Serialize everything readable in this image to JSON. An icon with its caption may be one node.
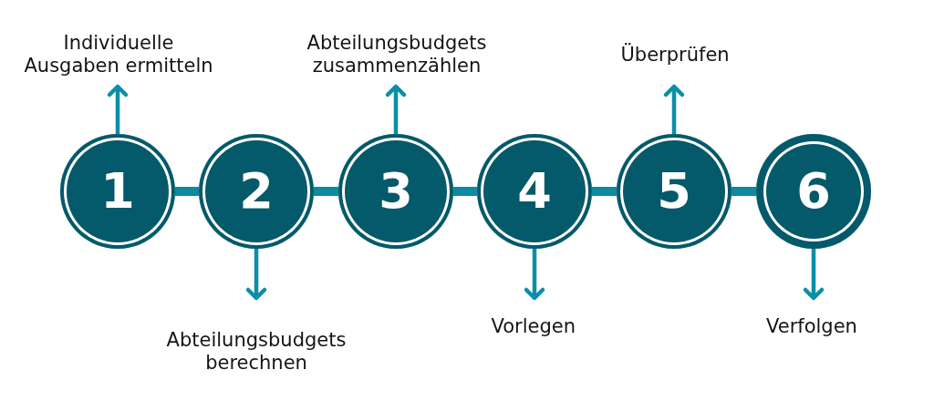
{
  "diagram": {
    "nodes": [
      {
        "text": [
          "1"
        ]
      },
      {
        "text": [
          "2"
        ]
      },
      {
        "text": [
          "3"
        ]
      },
      {
        "text": [
          "4"
        ]
      },
      {
        "text": [
          "5"
        ]
      },
      {
        "text": [
          "6"
        ]
      },
      {
        "text": [
          "Individuelle Ausgaben ermitteln"
        ]
      },
      {
        "text": [
          "Abteilungsbudgets berechnen"
        ]
      },
      {
        "text": [
          "Abteilungsbudgets zusammenzählen"
        ]
      },
      {
        "text": [
          "Vorlegen"
        ]
      },
      {
        "text": [
          "Überprüfen"
        ]
      },
      {
        "text": [
          "Verfolgen"
        ]
      }
    ],
    "edges": [
      {
        "from": 0,
        "to": 1,
        "arrow": "none",
        "style": "thick"
      },
      {
        "from": 1,
        "to": 2,
        "arrow": "none",
        "style": "thick"
      },
      {
        "from": 2,
        "to": 3,
        "arrow": "none",
        "style": "thick"
      },
      {
        "from": 3,
        "to": 4,
        "arrow": "none",
        "style": "thick"
      },
      {
        "from": 4,
        "to": 5,
        "arrow": "none",
        "style": "thick"
      },
      {
        "from": 0,
        "to": 6,
        "arrow": "to"
      },
      {
        "from": 1,
        "to": 7,
        "arrow": "to"
      },
      {
        "from": 2,
        "to": 8,
        "arrow": "to"
      },
      {
        "from": 3,
        "to": 9,
        "arrow": "to"
      },
      {
        "from": 4,
        "to": 10,
        "arrow": "to"
      },
      {
        "from": 5,
        "to": 11,
        "arrow": "to"
      }
    ]
  }
}
